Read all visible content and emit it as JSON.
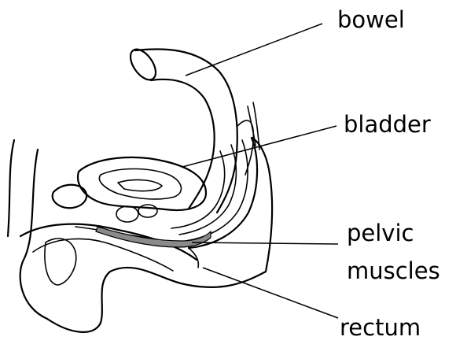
{
  "labels": {
    "bowel": "bowel",
    "bladder": "bladder",
    "pelvic": "pelvic",
    "muscles": "muscles",
    "rectum": "rectum"
  },
  "colors": {
    "ink": "#000000",
    "pelvic_muscle_fill": "#8a8a8a",
    "background": "#ffffff"
  }
}
